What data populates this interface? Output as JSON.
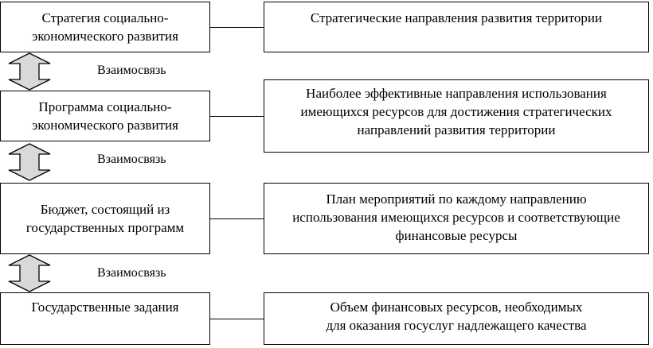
{
  "left_boxes": [
    "Стратегия социально-\nэкономического развития",
    "Программа социально-\nэкономического развития",
    "Бюджет, состоящий из\nгосударственных программ",
    "Государственные задания"
  ],
  "right_boxes": [
    "Стратегические направления развития территории",
    "Наиболее эффективные направления использования\nимеющихся ресурсов для достижения стратегических\nнаправлений развития территории",
    "План мероприятий по каждому направлению\nиспользования имеющихся ресурсов и соответствующие\nфинансовые ресурсы",
    "Объем финансовых ресурсов, необходимых\nдля оказания госуслуг надлежащего качества"
  ],
  "relation_labels": [
    "Взаимосвязь",
    "Взаимосвязь",
    "Взаимосвязь"
  ],
  "colors": {
    "stroke": "#000000",
    "arrow_fill": "#d9d9d9",
    "background": "#ffffff"
  }
}
